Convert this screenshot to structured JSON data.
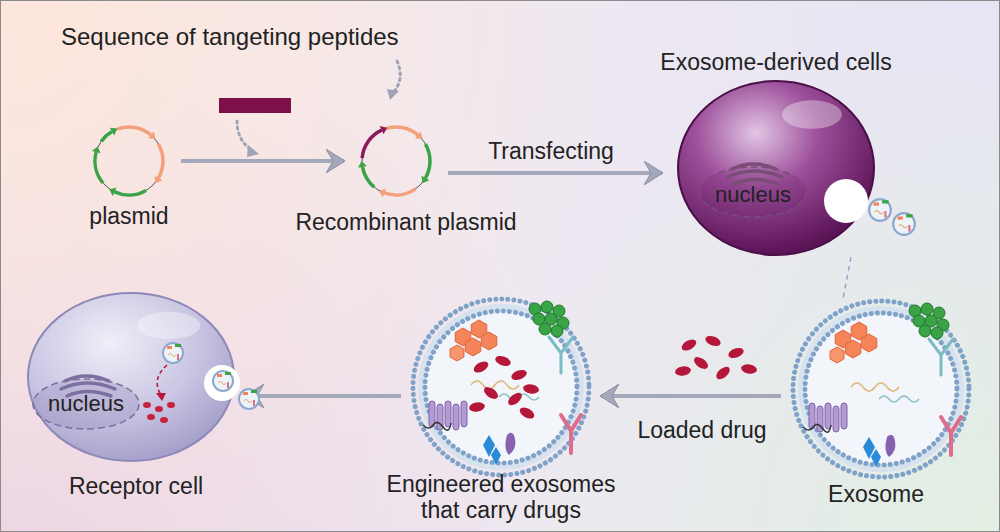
{
  "diagram": {
    "nodes": [
      {
        "text": [
          "Sequence of tangeting peptides"
        ]
      },
      {
        "text": [
          "plasmid"
        ]
      },
      {
        "text": [
          "Recombinant plasmid"
        ]
      },
      {
        "text": [
          "Exosome-derived cells"
        ]
      },
      {
        "text": [
          "nucleus"
        ],
        "in": 3
      },
      {
        "text": [
          "Exosome"
        ]
      },
      {
        "text": [
          "Engineered exosomes that carry drugs"
        ]
      },
      {
        "text": [
          "Receptor cell"
        ]
      },
      {
        "text": [
          "nucleus"
        ],
        "in": 7
      }
    ],
    "edges": [
      {
        "from": 1,
        "to": 2,
        "arrow": "to"
      },
      {
        "from": 2,
        "to": 3,
        "label": "Transfecting",
        "arrow": "to"
      },
      {
        "from": 3,
        "to": 5,
        "arrow": "none"
      },
      {
        "from": 5,
        "to": 6,
        "label": "Loaded drug",
        "arrow": "to"
      },
      {
        "from": 6,
        "to": 7,
        "arrow": "to"
      }
    ]
  }
}
